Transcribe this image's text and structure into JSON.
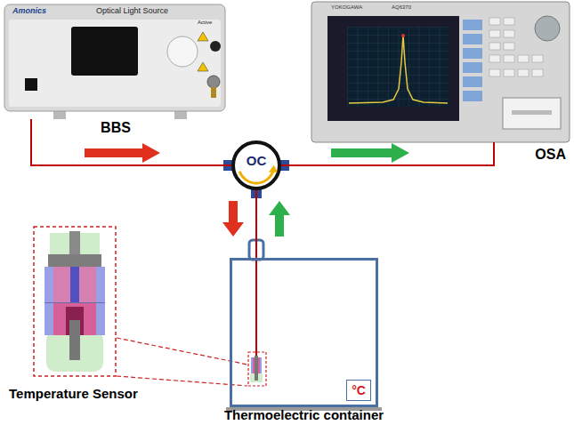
{
  "diagram": {
    "nodes": [
      {
        "text": [
          "BBS"
        ]
      },
      {
        "text": [
          "OC"
        ]
      },
      {
        "text": [
          "OSA"
        ]
      },
      {
        "text": [
          "Thermoelectric container"
        ]
      },
      {
        "text": [
          "Temperature Sensor"
        ]
      },
      {
        "text": [
          "°C"
        ],
        "in": 3
      }
    ],
    "edges": [
      {
        "from": 0,
        "to": 1,
        "arrow": "none"
      },
      {
        "from": 1,
        "to": 2,
        "arrow": "none"
      },
      {
        "from": 1,
        "to": 3,
        "arrow": "none"
      }
    ],
    "labels": [
      "Amonics",
      "Optical Light Source",
      "Active",
      "YOKOGAWA",
      "AQ6370"
    ]
  }
}
